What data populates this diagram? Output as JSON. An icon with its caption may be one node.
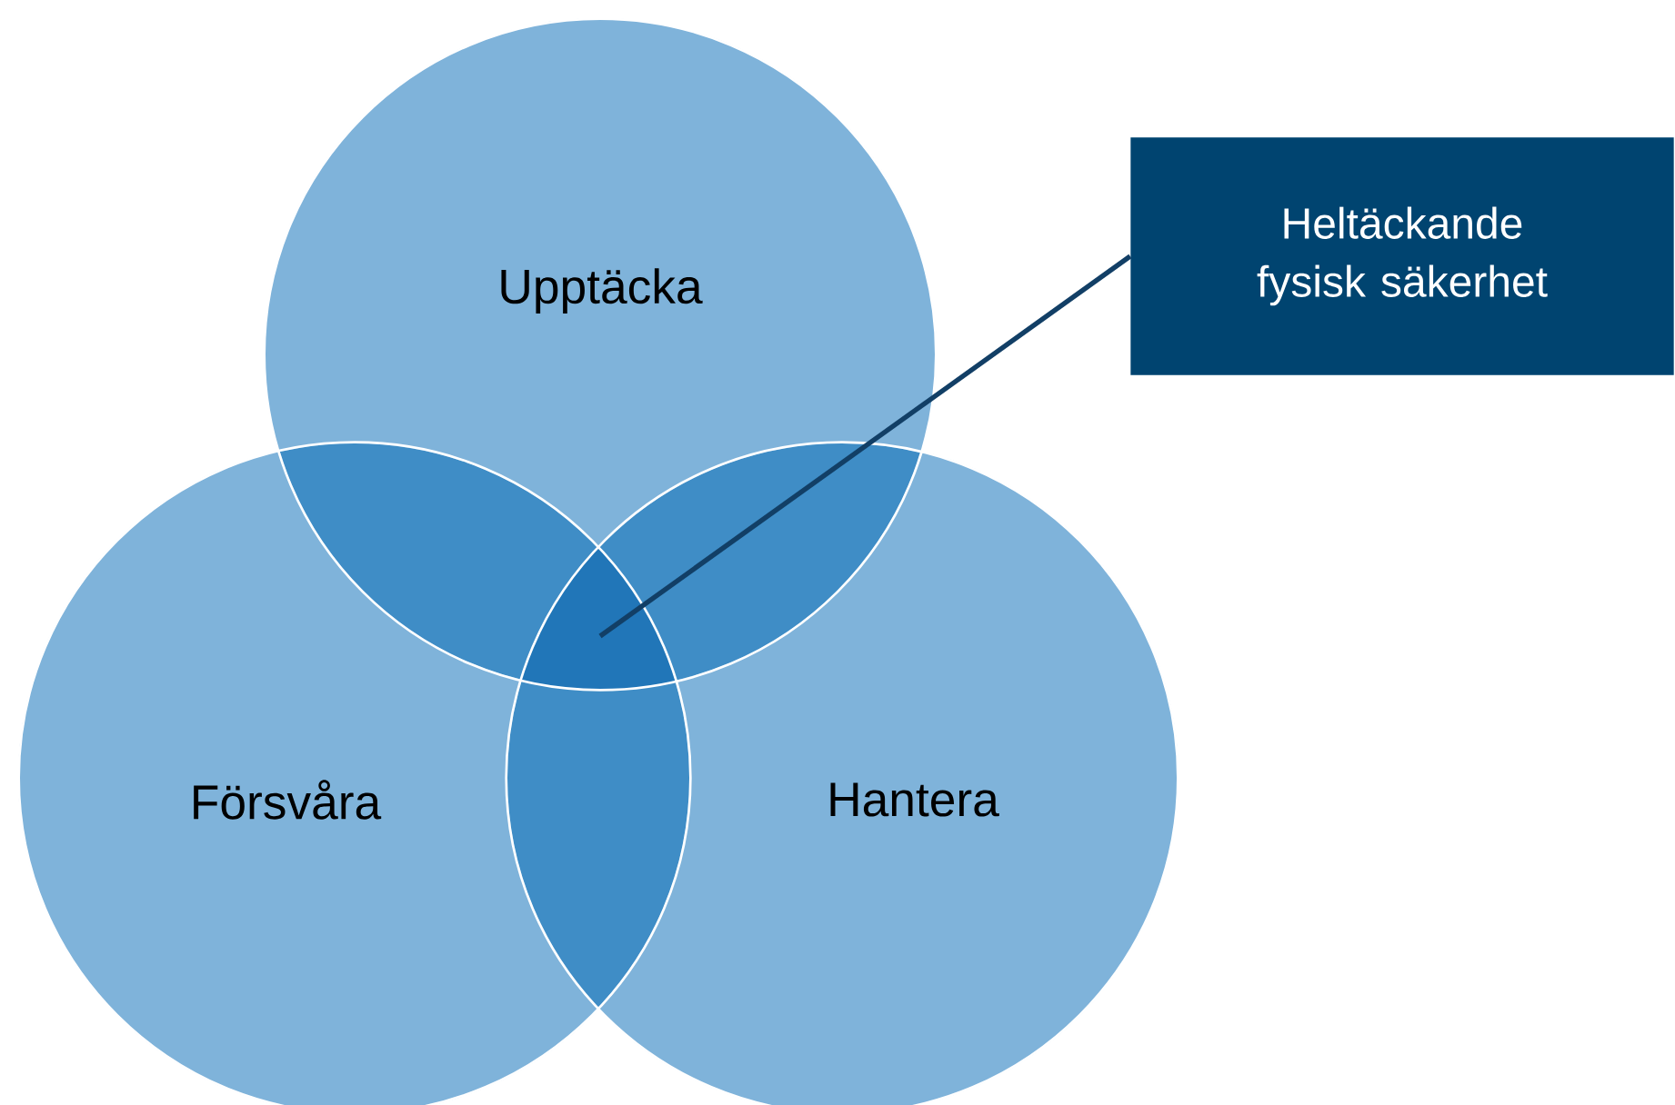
{
  "diagram": {
    "nodes": [
      {
        "text": [
          "Upptäcka"
        ]
      },
      {
        "text": [
          "Försvåra"
        ]
      },
      {
        "text": [
          "Hantera"
        ]
      },
      {
        "text": [
          "Heltäckande fysisk säkerhet"
        ]
      },
      {
        "text": [],
        "shape": "region"
      }
    ],
    "edges": [
      {
        "from": 3,
        "to": 4,
        "arrow": "none"
      }
    ]
  }
}
